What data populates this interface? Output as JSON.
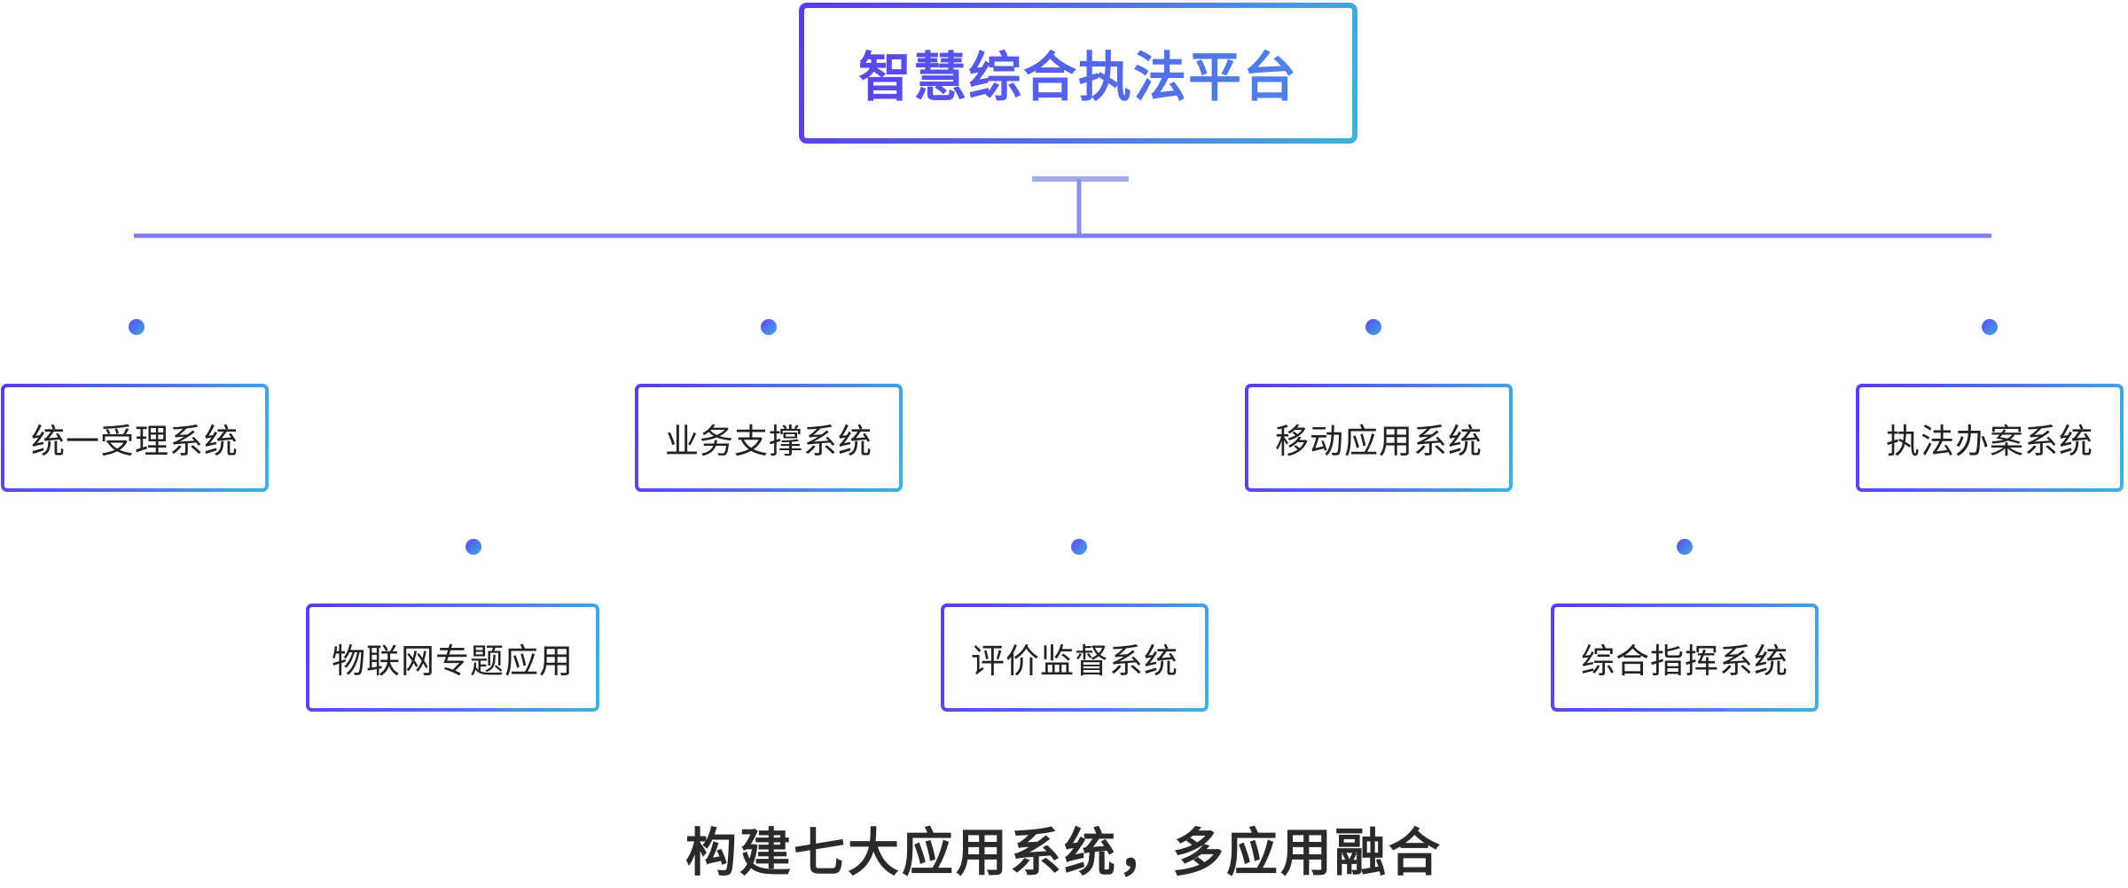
{
  "root": {
    "title": "智慧综合执法平台"
  },
  "systems": [
    {
      "label": "统一受理系统",
      "row": "upper"
    },
    {
      "label": "物联网专题应用",
      "row": "lower"
    },
    {
      "label": "业务支撑系统",
      "row": "upper"
    },
    {
      "label": "评价监督系统",
      "row": "lower"
    },
    {
      "label": "移动应用系统",
      "row": "upper"
    },
    {
      "label": "综合指挥系统",
      "row": "lower"
    },
    {
      "label": "执法办案系统",
      "row": "upper"
    }
  ],
  "caption": "构建七大应用系统，多应用融合",
  "colors": {
    "connector": "#7b82f0",
    "gradient_start": "#5b3af0",
    "gradient_end": "#3fb3de",
    "dot": "#4f6fe8"
  }
}
